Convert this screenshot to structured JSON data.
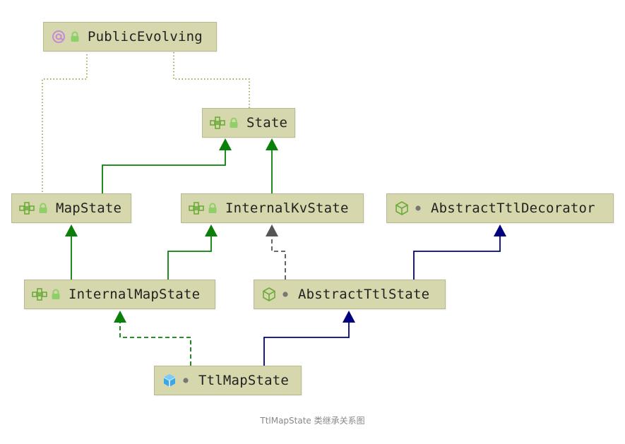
{
  "nodes": {
    "public_evolving": {
      "label": "PublicEvolving",
      "icon": "annotation-icon",
      "modifier": "lock-icon"
    },
    "state": {
      "label": "State",
      "icon": "interface-icon",
      "modifier": "lock-icon"
    },
    "map_state": {
      "label": "MapState",
      "icon": "interface-icon",
      "modifier": "lock-icon"
    },
    "internal_kv_state": {
      "label": "InternalKvState",
      "icon": "interface-icon",
      "modifier": "lock-icon"
    },
    "abstract_ttl_decorator": {
      "label": "AbstractTtlDecorator",
      "icon": "abstract-class-icon",
      "modifier": "package-private-dot-icon"
    },
    "internal_map_state": {
      "label": "InternalMapState",
      "icon": "interface-icon",
      "modifier": "lock-icon"
    },
    "abstract_ttl_state": {
      "label": "AbstractTtlState",
      "icon": "abstract-class-icon",
      "modifier": "package-private-dot-icon"
    },
    "ttl_map_state": {
      "label": "TtlMapState",
      "icon": "class-icon",
      "modifier": "package-private-dot-icon"
    }
  },
  "edges": [
    {
      "from": "map_state",
      "to": "public_evolving",
      "kind": "annotation"
    },
    {
      "from": "state",
      "to": "public_evolving",
      "kind": "annotation"
    },
    {
      "from": "map_state",
      "to": "state",
      "kind": "extends-interface"
    },
    {
      "from": "internal_kv_state",
      "to": "state",
      "kind": "extends-interface"
    },
    {
      "from": "internal_map_state",
      "to": "map_state",
      "kind": "extends-interface"
    },
    {
      "from": "internal_map_state",
      "to": "internal_kv_state",
      "kind": "extends-interface"
    },
    {
      "from": "abstract_ttl_state",
      "to": "internal_kv_state",
      "kind": "implements"
    },
    {
      "from": "abstract_ttl_state",
      "to": "abstract_ttl_decorator",
      "kind": "extends-class"
    },
    {
      "from": "ttl_map_state",
      "to": "internal_map_state",
      "kind": "implements"
    },
    {
      "from": "ttl_map_state",
      "to": "abstract_ttl_state",
      "kind": "extends-class"
    }
  ],
  "colors": {
    "node_fill": "#d6d7ad",
    "interface_inheritance": "#0a7f0a",
    "class_inheritance": "#00007f",
    "implementation": "#555555",
    "annotation": "#8a8a2a"
  },
  "caption": "TtlMapState 类继承关系图"
}
